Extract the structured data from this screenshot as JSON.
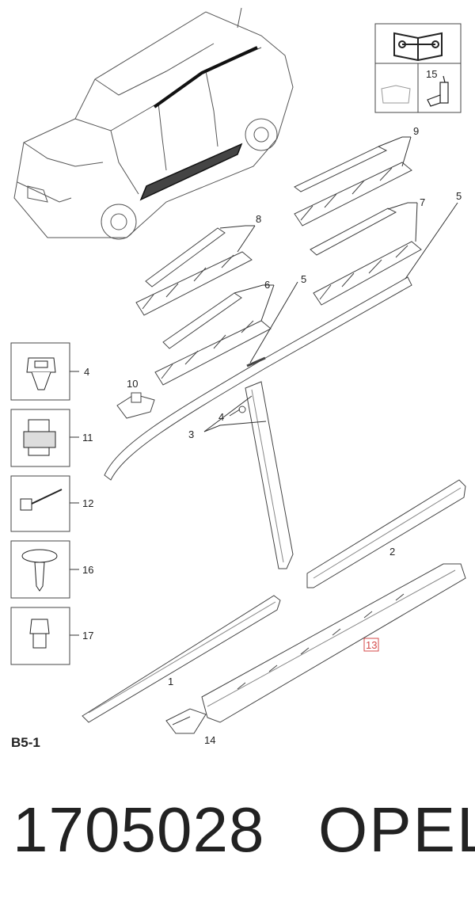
{
  "diagram": {
    "ref_code": "B5-1",
    "callouts": {
      "part1": "1",
      "part2": "2",
      "part3": "3",
      "part4_small": "4",
      "part4_box": "4",
      "part5_upper": "5",
      "part5_lower": "5",
      "part6": "6",
      "part7": "7",
      "part8": "8",
      "part9": "9",
      "part10": "10",
      "part11": "11",
      "part12": "12",
      "part13": "13",
      "part14": "14",
      "part15": "15",
      "part16": "16",
      "part17": "17"
    }
  },
  "footer": {
    "part_number": "1705028",
    "brand": "OPEL"
  },
  "colors": {
    "line": "#333333",
    "highlight": "#d44a4a"
  }
}
